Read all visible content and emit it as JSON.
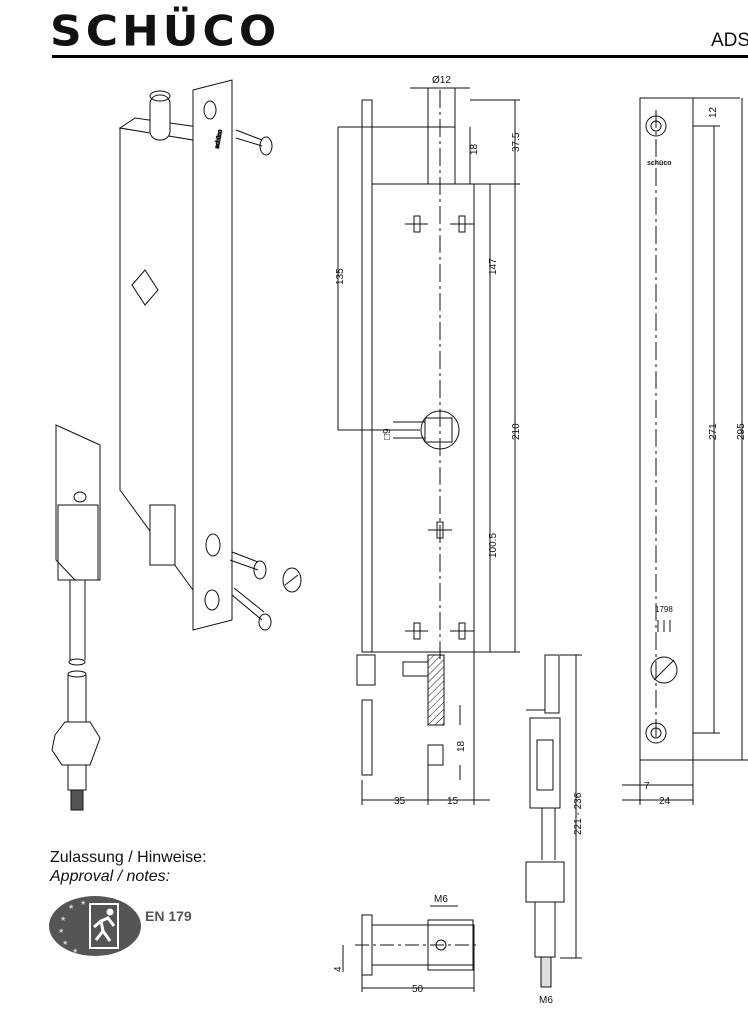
{
  "header": {
    "brand": "SCHÜCO",
    "product_code": "ADS"
  },
  "notes": {
    "title_de": "Zulassung / Hinweise:",
    "title_en": "Approval / notes:",
    "approval_standard": "EN 179"
  },
  "front_view": {
    "dims": {
      "pin_diameter": "Ø12",
      "pin_height": "18",
      "top_offset": "37.5",
      "to_handle_left": "135",
      "to_handle_right": "147",
      "handle_to_bottom": "210",
      "lower": "100.5",
      "spindle": "□9",
      "latch": "18",
      "width_left": "35",
      "width_right": "15"
    }
  },
  "side_view": {
    "plate_logo": "schüco",
    "marking": "1798",
    "dims": {
      "top": "12",
      "hole_spacing": "271",
      "total_length": "295",
      "edge": "7",
      "width": "24"
    }
  },
  "rod_view": {
    "dims": {
      "range": "221 - 236",
      "thread": "M6"
    }
  },
  "bottom_view": {
    "dims": {
      "thread": "M6",
      "offset": "4",
      "length": "50"
    }
  }
}
